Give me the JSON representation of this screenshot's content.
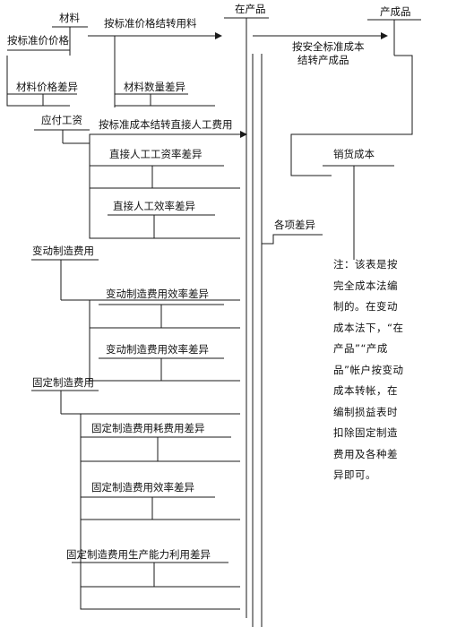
{
  "accounts": {
    "materials": "材料",
    "wip": "在产品",
    "finished_goods": "产成品",
    "material_price_variance": "材料价格差异",
    "accounts_payable": "应付工资",
    "cost_of_goods_sold": "销货成本",
    "variable_overhead": "变动制造费用",
    "fixed_overhead": "固定制造费用"
  },
  "flows": {
    "at_standard_price": "按标准价价格",
    "transfer_materials_at_standard_price": "按标准价格结转用料",
    "transfer_finished_goods_line1": "按安全标准成本",
    "transfer_finished_goods_line2": "结转产成品",
    "transfer_direct_labor": "按标准成本结转直接人工费用",
    "all_variances": "各项差异"
  },
  "variances": {
    "material_quantity": "材料数量差异",
    "labor_rate": "直接人工工资率差异",
    "labor_efficiency": "直接人工效率差异",
    "var_oh_efficiency_1": "变动制造费用效率差异",
    "var_oh_efficiency_2": "变动制造费用效率差异",
    "fixed_oh_spending": "固定制造费用耗费用差异",
    "fixed_oh_efficiency": "固定制造费用效率差异",
    "fixed_oh_capacity": "固定制造费用生产能力利用差异"
  },
  "note": "注：该表是按完全成本法编制的。在变动成本法下，“在产品”“产成品”帐户按变动成本转帐，在编制损益表时扣除固定制造费用及各种差异即可。"
}
